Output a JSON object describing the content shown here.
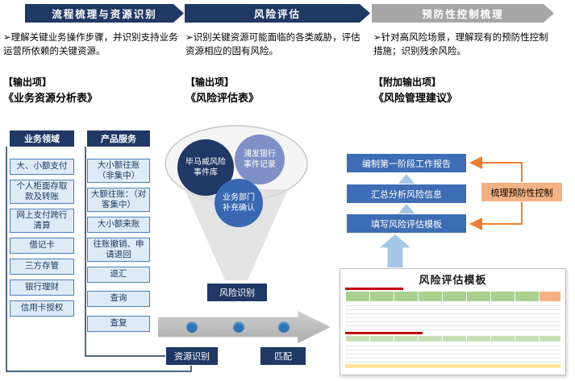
{
  "palette": {
    "navy": "#1F3864",
    "steel_blue": "#2E75B6",
    "flow_blue": "#3F6DB5",
    "light_blue_fill": "#DEEBF7",
    "light_blue_arrow": "#A5C6E6",
    "gray_banner": "#A6A6A6",
    "orange_fill": "#F4B183",
    "orange_line": "#ED7D31"
  },
  "stages": [
    {
      "label": "流程梳理与资源识别",
      "description": "➢理解关键业务操作步骤，并识别支持业务运营所依赖的关键资源。",
      "output_label": "【输出项】",
      "output_item": "《业务资源分析表》"
    },
    {
      "label": "风险评估",
      "description": "➢识别关键资源可能面临的各类威胁，评估资源相应的固有风险。",
      "output_label": "【输出项】",
      "output_item": "《风险评估表》"
    },
    {
      "label": "预防性控制梳理",
      "description": "➢针对高风险场景，理解现有的预防性控制措施；识别残余风险。",
      "output_label": "【附加输出项】",
      "output_item": "《风险管理建议》"
    }
  ],
  "columns": [
    {
      "header": "业务领域",
      "items": [
        "大、小额支付",
        "个人柜面存取款及转账",
        "网上支付跨行清算",
        "借记卡",
        "三方存管",
        "银行理财",
        "信用卡授权"
      ]
    },
    {
      "header": "产品服务",
      "items": [
        "大小额往账（非集中）",
        "大额往账：（对客集中）",
        "大小额来账",
        "往账撤销、申请退回",
        "退汇",
        "查询",
        "查复"
      ]
    }
  ],
  "funnel": {
    "sources": [
      "毕马威风险事件库",
      "浦发银行事件记录",
      "业务部门补充确认"
    ],
    "result": "风险识别"
  },
  "bottom_flow": {
    "left_label": "资源识别",
    "right_label": "匹配"
  },
  "right_flow": {
    "boxes": [
      "编制第一阶段工作报告",
      "汇总分析风险信息",
      "填写风险评估模板"
    ],
    "side": "梳理预防性控制"
  },
  "template_panel": {
    "title": "风险评估模板"
  }
}
